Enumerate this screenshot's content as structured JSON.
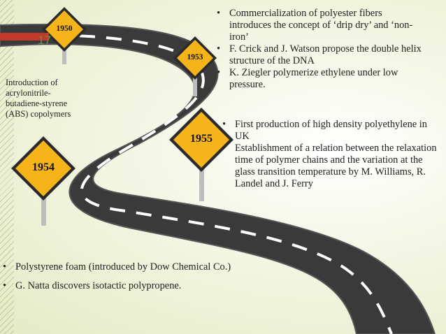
{
  "slide": {
    "number": "17",
    "colors": {
      "road": "#3a3a3a",
      "road_edge": "#555555",
      "sign": "#f4b41a",
      "sign_border": "#2a2a2a",
      "accent": "#c0392b"
    }
  },
  "signs": [
    {
      "year": "1950",
      "icon": "road-sign-diamond"
    },
    {
      "year": "1953",
      "icon": "road-sign-diamond"
    },
    {
      "year": "1955",
      "icon": "road-sign-diamond"
    },
    {
      "year": "1954",
      "icon": "road-sign-diamond"
    }
  ],
  "captions": {
    "abs": "Introduction of acrylonitrile-butadiene-styrene (ABS) copolymers"
  },
  "bullets_top": [
    "Commercialization of polyester fibers introduces the concept of ‘drip dry’ and ‘non-iron’",
    "F. Crick and J. Watson propose the double helix structure of the DNA",
    "K. Ziegler polymerize ethylene under low pressure."
  ],
  "bullets_middle": [
    "First production of high density polyethylene in UK",
    "Establishment of a relation between the relaxation time of polymer chains and the variation at the glass transition temperature by M. Williams, R. Landel and J. Ferry"
  ],
  "bullets_bottom": [
    "Polystyrene foam (introduced by Dow Chemical Co.)",
    "G. Natta discovers isotactic polypropene."
  ]
}
